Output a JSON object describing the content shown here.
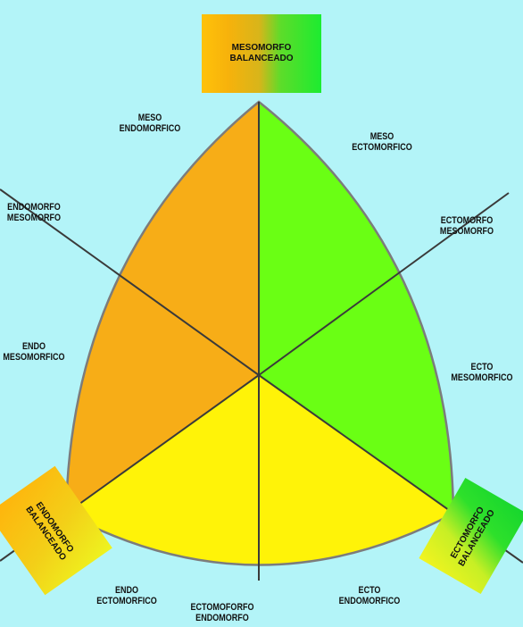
{
  "diagram": {
    "regions": [
      {
        "id": "meso-endomorfico",
        "color": "#f7ad17"
      },
      {
        "id": "meso-ectomorfico",
        "color": "#6aff14"
      },
      {
        "id": "endo-ectomorfico",
        "color": "#fff308"
      }
    ],
    "outline_color": "#7c7c7c",
    "line_color": "#3a3a3a",
    "background": "#b3f4f8"
  },
  "boxes": {
    "top": [
      "MESOMORFO",
      "BALANCEADO"
    ],
    "left": [
      "ENDOMORFO",
      "BALANCEADO"
    ],
    "right": [
      "ECTOMORFO",
      "BALANCEADO"
    ]
  },
  "labels": {
    "meso_endomorfico": [
      "MESO",
      "ENDOMORFICO"
    ],
    "meso_ectomorfico": [
      "MESO",
      "ECTOMORFICO"
    ],
    "endomorfo_mesomorfo": [
      "ENDOMORFO",
      "MESOMORFO"
    ],
    "ectomorfo_mesomorfo": [
      "ECTOMORFO",
      "MESOMORFO"
    ],
    "endo_mesomorfico": [
      "ENDO",
      "MESOMORFICO"
    ],
    "ecto_mesomorfico": [
      "ECTO",
      "MESOMORFICO"
    ],
    "endo_ectomorfico": [
      "ENDO",
      "ECTOMORFICO"
    ],
    "ectomoforfo_endomorfo": [
      "ECTOMOFORFO",
      "ENDOMORFO"
    ],
    "ecto_endomorfico": [
      "ECTO",
      "ENDOMORFICO"
    ]
  }
}
